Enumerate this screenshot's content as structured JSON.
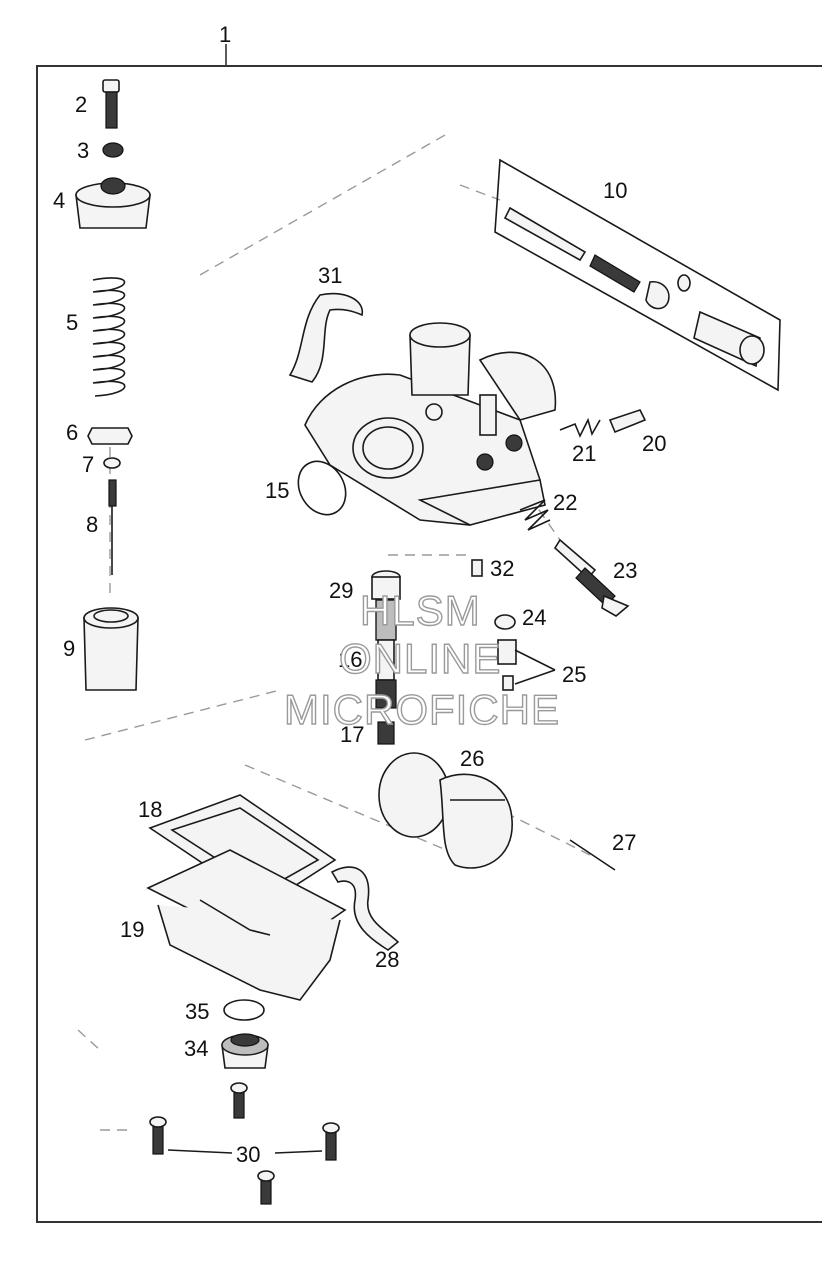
{
  "diagram": {
    "assembly_number": "1",
    "part_numbers": [
      "2",
      "3",
      "4",
      "5",
      "6",
      "7",
      "8",
      "9",
      "10",
      "15",
      "16",
      "17",
      "18",
      "19",
      "20",
      "21",
      "22",
      "23",
      "24",
      "25",
      "26",
      "27",
      "28",
      "29",
      "30",
      "31",
      "32",
      "34",
      "35"
    ],
    "watermark": {
      "line1": "HLSM",
      "line2": "ONLINE",
      "line3": "MICROFICHE"
    },
    "colors": {
      "ink": "#111111",
      "frame": "#333333",
      "watermark_stroke": "#9a9a9a"
    }
  }
}
